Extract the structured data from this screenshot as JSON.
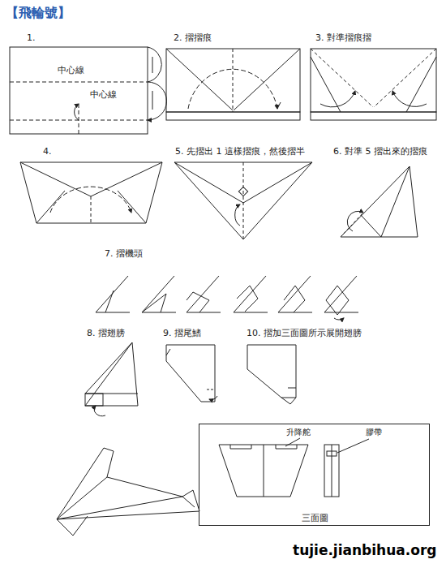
{
  "diagram": {
    "title": "【飛輪號】",
    "nodes": [
      {
        "text": [
          "三面圖"
        ]
      }
    ],
    "labels": [
      "1.",
      "中心線",
      "中心線",
      "2. 摺摺痕",
      "3. 對準摺痕摺",
      "4.",
      "5. 先摺出 1 這樣摺痕，然後摺半",
      "6. 對準 5 摺出來的摺痕",
      "7. 摺機頭",
      "8. 摺翅膀",
      "9. 摺尾鰭",
      "10. 摺加三面圖所示展開翅膀",
      "升降舵",
      "膠帶",
      "tujie.jianbihua.org"
    ]
  }
}
